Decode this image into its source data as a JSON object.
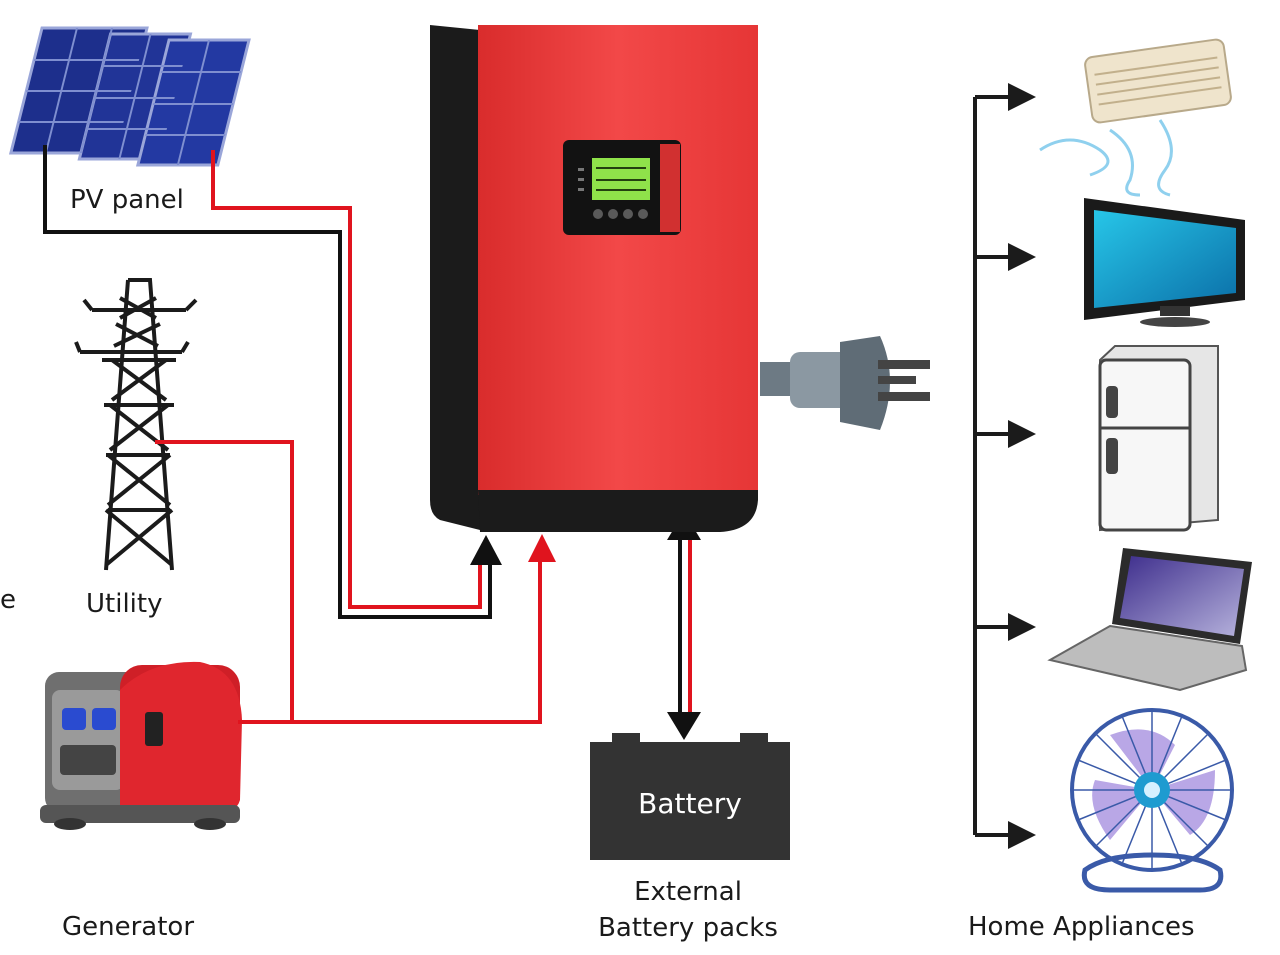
{
  "labels": {
    "pv_panel": "PV panel",
    "utility": "Utility",
    "generator": "Generator",
    "battery": "Battery",
    "external_line1": "External",
    "external_line2": "Battery packs",
    "home_appliances": "Home Appliances",
    "edge_fragment": "e"
  },
  "colors": {
    "ac_line": "#e0141e",
    "dc_line": "#111111",
    "inverter_red": "#ee3b3b",
    "inverter_black": "#1b1b1b",
    "lcd_green": "#8fe24a",
    "battery_body": "#333333"
  },
  "icons": {
    "pv": "solar-panel-icon",
    "tower": "transmission-tower-icon",
    "generator": "generator-icon",
    "inverter": "inverter-icon",
    "plug": "power-plug-icon",
    "battery": "battery-icon",
    "ac": "air-conditioner-icon",
    "tv": "television-icon",
    "fridge": "refrigerator-icon",
    "laptop": "laptop-icon",
    "fan": "fan-icon"
  }
}
